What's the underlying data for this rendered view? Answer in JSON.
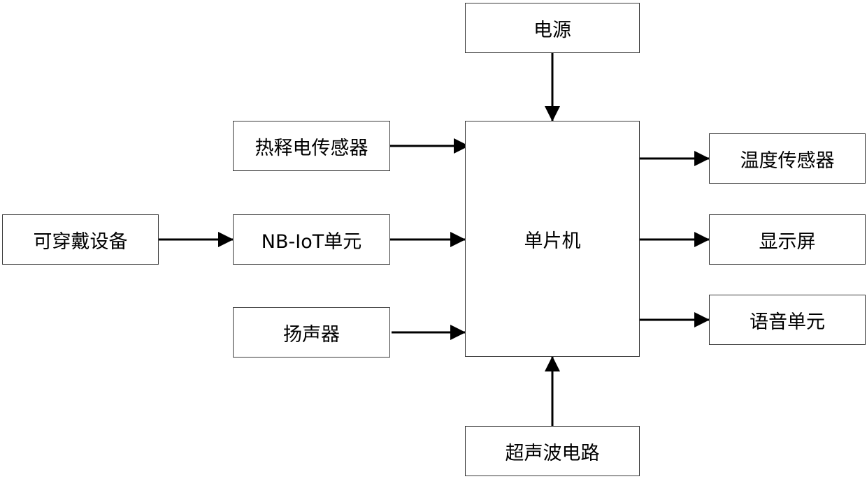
{
  "diagram": {
    "nodes": {
      "power": "电源",
      "pyroelectric_sensor": "热释电传感器",
      "wearable_device": "可穿戴设备",
      "nbiot_unit": "NB-IoT单元",
      "speaker": "扬声器",
      "mcu": "单片机",
      "temperature_sensor": "温度传感器",
      "display": "显示屏",
      "voice_unit": "语音单元",
      "ultrasonic_circuit": "超声波电路"
    },
    "edges": [
      {
        "from": "power",
        "to": "mcu"
      },
      {
        "from": "pyroelectric_sensor",
        "to": "mcu"
      },
      {
        "from": "wearable_device",
        "to": "nbiot_unit"
      },
      {
        "from": "nbiot_unit",
        "to": "mcu"
      },
      {
        "from": "speaker",
        "to": "mcu"
      },
      {
        "from": "mcu",
        "to": "temperature_sensor"
      },
      {
        "from": "mcu",
        "to": "display"
      },
      {
        "from": "mcu",
        "to": "voice_unit"
      },
      {
        "from": "ultrasonic_circuit",
        "to": "mcu"
      }
    ]
  }
}
